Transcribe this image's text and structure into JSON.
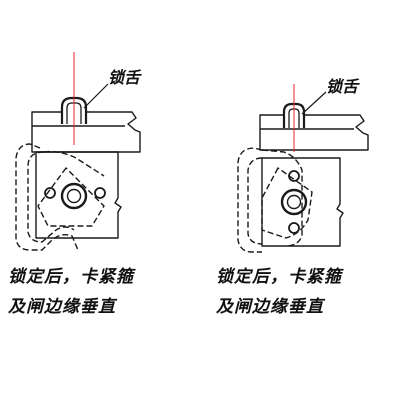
{
  "diagrams": [
    {
      "callout": "锁舌",
      "caption_line1": "锁定后，卡紧箍",
      "caption_line2": "及闸边缘垂直"
    },
    {
      "callout": "锁舌",
      "caption_line1": "锁定后，卡紧箍",
      "caption_line2": "及闸边缘垂直"
    }
  ],
  "colors": {
    "line": "#1a1a1a",
    "centerline": "#e8272e",
    "background": "#ffffff"
  }
}
